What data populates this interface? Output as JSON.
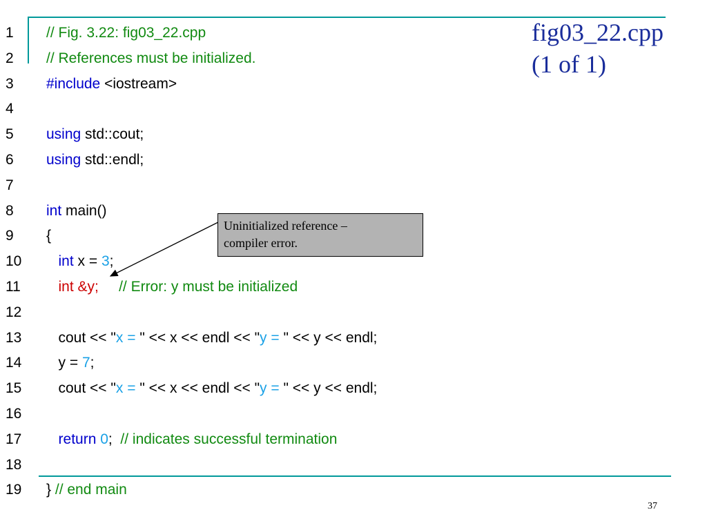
{
  "slide": {
    "title_line1": "fig03_22.cpp",
    "title_line2": "(1 of 1)",
    "page_number": "37"
  },
  "callout": {
    "line1": "Uninitialized reference –",
    "line2": "compiler error."
  },
  "code": {
    "line_numbers": [
      "1",
      "2",
      "3",
      "4",
      "5",
      "6",
      "7",
      "8",
      "9",
      "10",
      "11",
      "12",
      "13",
      "14",
      "15",
      "16",
      "17",
      "18",
      "19"
    ],
    "lines": [
      [
        {
          "t": "// Fig. 3.22: fig03_22.cpp",
          "k": "cm"
        }
      ],
      [
        {
          "t": "// References must be initialized.",
          "k": "cm"
        }
      ],
      [
        {
          "t": "#include",
          "k": "kw"
        },
        {
          "t": " <iostream>",
          "k": "pl"
        }
      ],
      [],
      [
        {
          "t": "using",
          "k": "kw"
        },
        {
          "t": " std::cout;",
          "k": "pl"
        }
      ],
      [
        {
          "t": "using",
          "k": "kw"
        },
        {
          "t": " std::endl;",
          "k": "pl"
        }
      ],
      [],
      [
        {
          "t": "int",
          "k": "kw"
        },
        {
          "t": " main()",
          "k": "pl"
        }
      ],
      [
        {
          "t": "{",
          "k": "pl"
        }
      ],
      [
        {
          "t": "   ",
          "k": "pl"
        },
        {
          "t": "int",
          "k": "kw"
        },
        {
          "t": " x = ",
          "k": "pl"
        },
        {
          "t": "3",
          "k": "nm"
        },
        {
          "t": ";",
          "k": "pl"
        }
      ],
      [
        {
          "t": "   ",
          "k": "pl"
        },
        {
          "t": "int &y;",
          "k": "er"
        },
        {
          "t": "     ",
          "k": "pl"
        },
        {
          "t": "// Error: y must be initialized",
          "k": "cm"
        }
      ],
      [],
      [
        {
          "t": "   cout << ",
          "k": "pl"
        },
        {
          "t": "\"",
          "k": "pl"
        },
        {
          "t": "x = ",
          "k": "st"
        },
        {
          "t": "\"",
          "k": "pl"
        },
        {
          "t": " << x << endl << ",
          "k": "pl"
        },
        {
          "t": "\"",
          "k": "pl"
        },
        {
          "t": "y = ",
          "k": "st"
        },
        {
          "t": "\"",
          "k": "pl"
        },
        {
          "t": " << y << endl;",
          "k": "pl"
        }
      ],
      [
        {
          "t": "   y = ",
          "k": "pl"
        },
        {
          "t": "7",
          "k": "nm"
        },
        {
          "t": ";",
          "k": "pl"
        }
      ],
      [
        {
          "t": "   cout << ",
          "k": "pl"
        },
        {
          "t": "\"",
          "k": "pl"
        },
        {
          "t": "x = ",
          "k": "st"
        },
        {
          "t": "\"",
          "k": "pl"
        },
        {
          "t": " << x << endl << ",
          "k": "pl"
        },
        {
          "t": "\"",
          "k": "pl"
        },
        {
          "t": "y = ",
          "k": "st"
        },
        {
          "t": "\"",
          "k": "pl"
        },
        {
          "t": " << y << endl;",
          "k": "pl"
        }
      ],
      [],
      [
        {
          "t": "   ",
          "k": "pl"
        },
        {
          "t": "return",
          "k": "kw"
        },
        {
          "t": " ",
          "k": "pl"
        },
        {
          "t": "0",
          "k": "nm"
        },
        {
          "t": ";  ",
          "k": "pl"
        },
        {
          "t": "// indicates successful termination",
          "k": "cm"
        }
      ],
      [],
      [
        {
          "t": "} ",
          "k": "pl"
        },
        {
          "t": "// end main",
          "k": "cm"
        }
      ]
    ]
  },
  "colors": {
    "rule": "#00999a",
    "title": "#1a2d9b",
    "keyword": "#0000cc",
    "comment": "#118a11",
    "literal": "#1aa1e6",
    "error": "#cc0000",
    "callout_bg": "#b3b3b3"
  }
}
